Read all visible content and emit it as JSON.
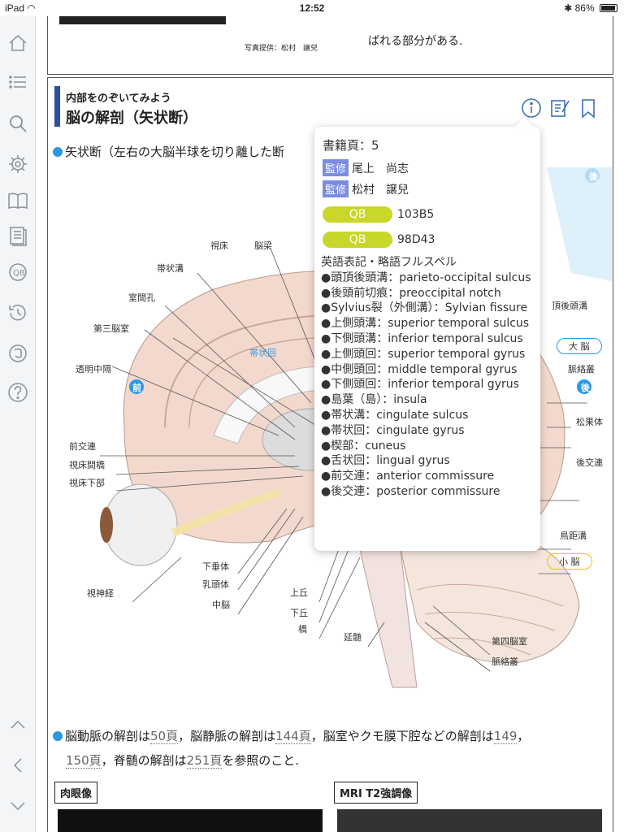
{
  "status": {
    "device": "iPad",
    "time": "12:52",
    "battery": "86%",
    "battery_level": 0.86
  },
  "top_card": {
    "caption": "写真提供：松村　譲兒",
    "note": "ばれる部分がある."
  },
  "header": {
    "eyebrow": "内部をのぞいてみよう",
    "title": "脳の解剖（矢状断）"
  },
  "section_label": "矢状断（左右の大脳半球を切り離した断",
  "diagram": {
    "labels_left": [
      "視床",
      "脳梁",
      "帯状溝",
      "室間孔",
      "第三脳室",
      "透明中隔",
      "前",
      "前交連",
      "視床間橋",
      "視床下部",
      "下垂体",
      "乳頭体",
      "中脳",
      "視神経",
      "上丘",
      "下丘",
      "橋",
      "延髄",
      "第四脳室",
      "脈絡叢",
      "帯状回"
    ],
    "labels_right": [
      "後",
      "頂後頭溝",
      "大 脳",
      "脈絡叢",
      "後",
      "松果体",
      "後交連",
      "鳥距溝",
      "小 脳"
    ]
  },
  "popover": {
    "page": "書籍頁：5",
    "supervisors": [
      {
        "tag": "監修",
        "name": "尾上　尚志"
      },
      {
        "tag": "監修",
        "name": "松村　譲兒"
      }
    ],
    "qb": [
      {
        "tag": "QB",
        "code": "103B5"
      },
      {
        "tag": "QB",
        "code": "98D43"
      }
    ],
    "abbr_title": "英語表記・略語フルスペル",
    "abbr_items": [
      "●頭頂後頭溝：parieto-occipital sulcus",
      "●後頭前切痕：preoccipital notch",
      "●Sylvius裂（外側溝）：Sylvian fissure",
      "●上側頭溝：superior temporal sulcus",
      "●下側頭溝：inferior temporal sulcus",
      "●上側頭回：superior temporal gyrus",
      "●中側頭回：middle temporal gyrus",
      "●下側頭回：inferior temporal gyrus",
      "●島葉（島）：insula",
      "●帯状溝：cingulate sulcus",
      "●帯状回：cingulate gyrus",
      "●楔部：cuneus",
      "●舌状回：lingual gyrus",
      "●前交連：anterior commissure",
      "●後交連：posterior commissure"
    ]
  },
  "footnote": {
    "p1": "脳動脈の解剖は",
    "r1": "50頁",
    "p2": "，脳静脈の解剖は",
    "r2": "144頁",
    "p3": "，脳室やクモ膜下腔などの解剖は",
    "r3": "149",
    "p4": "，",
    "r4": "150頁",
    "p5": "，脊髄の解剖は",
    "r5": "251頁",
    "p6": "を参照のこと."
  },
  "sub_sections": [
    "肉眼像",
    "MRI T2強調像"
  ],
  "colors": {
    "accent": "#2e4f9c",
    "link": "#3a6fb8",
    "qb": "#c9d62a",
    "tag": "#7b8de2",
    "bullet": "#2a9ae0"
  }
}
